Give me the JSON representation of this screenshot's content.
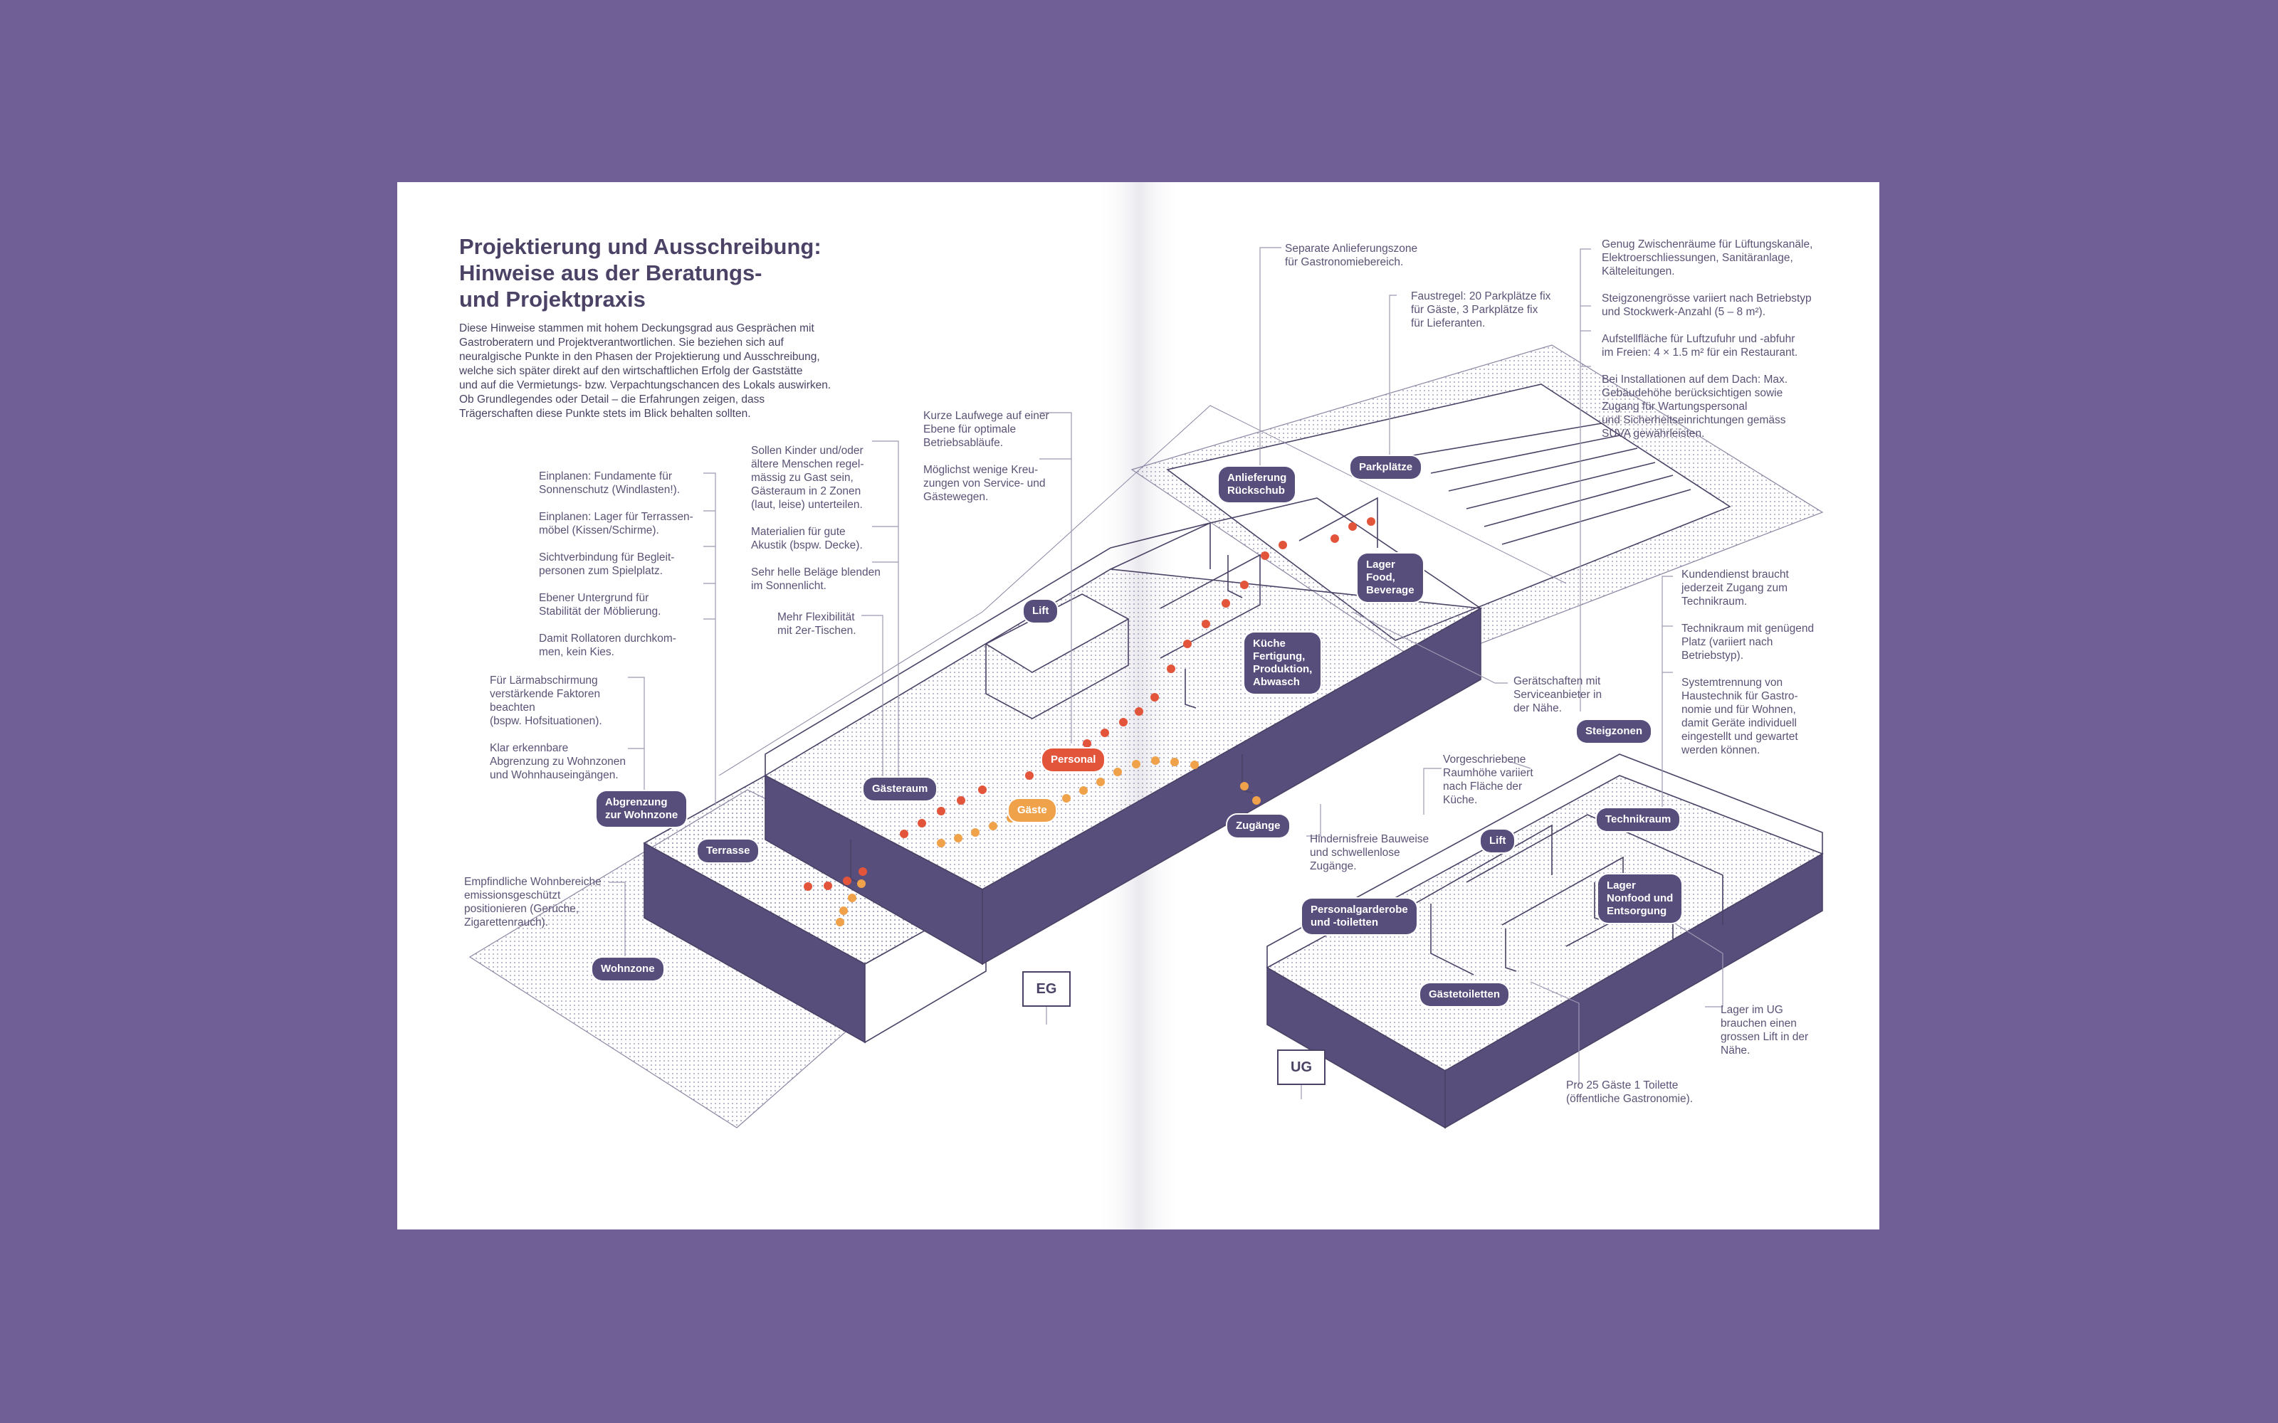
{
  "title": "Projektierung und Ausschreibung:\nHinweise aus der Beratungs-\nund Projektpraxis",
  "intro": "Diese Hinweise stammen mit hohem Deckungsgrad aus Gesprächen mit\nGastroberatern und Projektverantwortlichen. Sie beziehen sich auf\nneuralgische Punkte in den Phasen der Projektierung und Ausschreibung,\nwelche sich später direkt auf den wirtschaftlichen Erfolg der Gaststätte\nund auf die Vermietungs- bzw. Verpachtungschancen des Lokals auswirken.\nOb Grundlegendes oder Detail – die Erfahrungen zeigen, dass\nTrägerschaften diese Punkte stets im Blick behalten sollten.",
  "levels": {
    "eg": "EG",
    "ug": "UG"
  },
  "labels": {
    "anlieferung": "Anlieferung\nRückschub",
    "parkplaetze": "Parkplätze",
    "lager_food": "Lager\nFood,\nBeverage",
    "lift_eg": "Lift",
    "kueche": "Küche\nFertigung,\nProduktion,\nAbwasch",
    "personal": "Personal",
    "gaesteraum": "Gästeraum",
    "gaeste": "Gäste",
    "zugaenge": "Zugänge",
    "abgrenzung": "Abgrenzung\nzur Wohnzone",
    "terrasse": "Terrasse",
    "wohnzone": "Wohnzone",
    "steigzonen": "Steigzonen",
    "technikraum": "Technikraum",
    "lift_ug": "Lift",
    "lager_nonfood": "Lager\nNonfood und\nEntsorgung",
    "personalgarderobe": "Personalgarderobe\nund -toiletten",
    "gaestetoiletten": "Gästetoiletten"
  },
  "notes": {
    "terrasse_notes": "Einplanen: Fundamente für\nSonnenschutz (Windlasten!).\n\nEinplanen: Lager für Terrassen-\nmöbel (Kissen/Schirme).\n\nSichtverbindung für Begleit-\npersonen zum Spielplatz.\n\nEbener Untergrund für\nStabilität der Möblierung.\n\nDamit Rollatoren durchkom-\nmen, kein Kies.",
    "laerm": "Für Lärmabschirmung\nverstärkende Faktoren\nbeachten\n(bspw. Hofsituationen).\n\nKlar erkennbare\nAbgrenzung zu Wohnzonen\nund Wohnhauseingängen.",
    "wohnbereiche": "Empfindliche Wohnbereiche\nemissionsgeschützt\npositionieren (Gerüche,\nZigarettenrauch).",
    "gaesteraum_notes": "Sollen Kinder und/oder\nältere Menschen regel-\nmässig zu Gast sein,\nGästeraum in 2 Zonen\n(laut, leise) unterteilen.\n\nMaterialien für gute\nAkustik (bspw. Decke).\n\nSehr helle Beläge blenden\nim Sonnenlicht.",
    "laufwege": "Kurze Laufwege auf einer\nEbene für optimale\nBetriebsabläufe.\n\nMöglichst wenige Kreu-\nzungen von Service- und\nGästewegen.",
    "flexibilitaet": "Mehr Flexibilität\nmit 2er-Tischen.",
    "anlieferungszone": "Separate Anlieferungszone\nfür Gastronomiebereich.",
    "faustregel": "Faustregel: 20 Parkplätze fix\nfür Gäste, 3 Parkplätze fix\nfür Lieferanten.",
    "haustechnik": "Genug Zwischenräume für Lüftungskanäle,\nElektroerschliessungen, Sanitäranlage,\nKälteleitungen.\n\nSteigzonengrösse variiert nach Betriebstyp\nund Stockwerk-Anzahl (5 – 8 m²).\n\nAufstellfläche für Luftzufuhr und -abfuhr\nim Freien: 4 × 1.5 m² für ein Restaurant.\n\nBei Installationen auf dem Dach: Max.\nGebäudehöhe berücksichtigen sowie\nZugang für Wartungspersonal\nund Sicherheitseinrichtungen gemäss\nSUVA gewährleisten.",
    "technikraum_notes": "Kundendienst braucht\njederzeit Zugang zum\nTechnikraum.\n\nTechnikraum mit genügend\nPlatz (variiert nach\nBetriebstyp).\n\nSystemtrennung von\nHaustechnik für Gastro-\nnomie und für Wohnen,\ndamit Geräte individuell\neingestellt und gewartet\nwerden können.",
    "geraetschaften": "Gerätschaften mit\nServiceanbieter in\nder Nähe.",
    "raumhoehe": "Vorgeschriebene\nRaumhöhe variiert\nnach Fläche der\nKüche.",
    "hindernisfrei": "Hindernisfreie Bauweise\nund schwellenlose\nZugänge.",
    "lager_ug": "Lager im UG\nbrauchen einen\ngrossen Lift in der\nNähe.",
    "toilette": "Pro 25 Gäste 1 Toilette\n(öffentliche Gastronomie)."
  },
  "colors": {
    "background": "#6f5f96",
    "paper": "#ffffff",
    "wall": "#574e7c",
    "line": "#4b4266",
    "personal_path": "#e3553a",
    "gaeste_path": "#f0a24a"
  }
}
